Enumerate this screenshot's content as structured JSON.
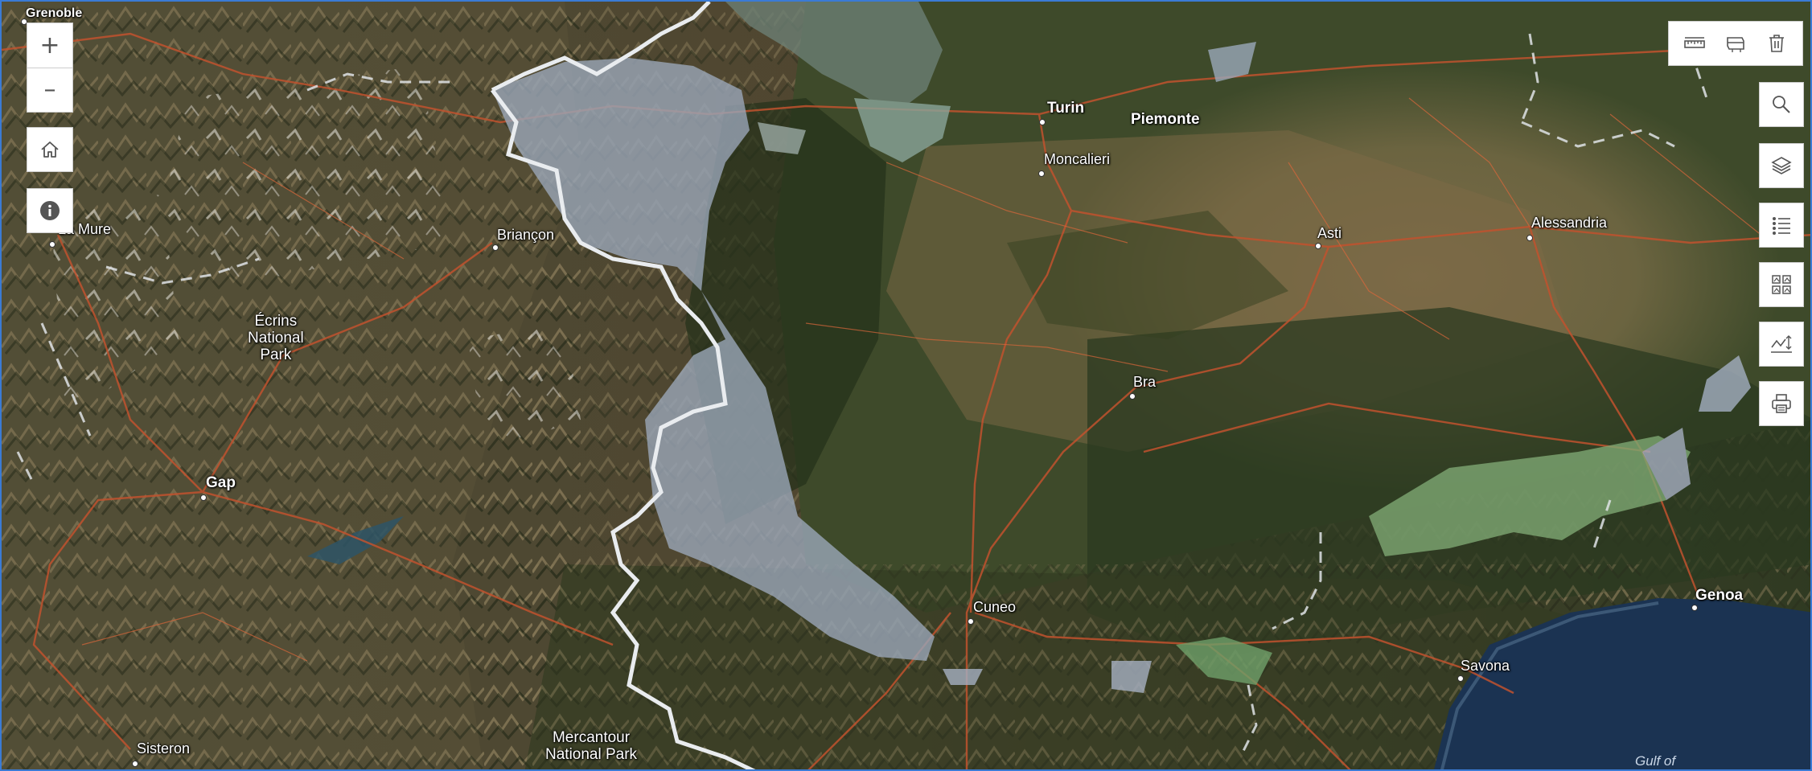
{
  "map": {
    "labels": {
      "grenoble": "Grenoble",
      "la_mure": "La Mure",
      "briancon": "Briançon",
      "ecrins": "Écrins\nNational\nPark",
      "gap": "Gap",
      "sisteron": "Sisteron",
      "mercantour": "Mercantour\nNational Park",
      "turin": "Turin",
      "piemonte": "Piemonte",
      "moncalieri": "Moncalieri",
      "asti": "Asti",
      "alessandria": "Alessandria",
      "bra": "Bra",
      "cuneo": "Cuneo",
      "savona": "Savona",
      "genoa": "Genoa",
      "gulf": "Gulf of"
    }
  },
  "controls": {
    "zoom_in": "+",
    "zoom_out": "–",
    "home_icon": "home-icon",
    "info_icon": "info-icon"
  },
  "toolbar": {
    "measure_icon": "ruler-icon",
    "sketch_icon": "sketch-icon",
    "delete_icon": "trash-icon"
  },
  "side_tools": [
    "search-icon",
    "layers-icon",
    "legend-icon",
    "basemap-icon",
    "elevation-icon",
    "print-icon"
  ]
}
